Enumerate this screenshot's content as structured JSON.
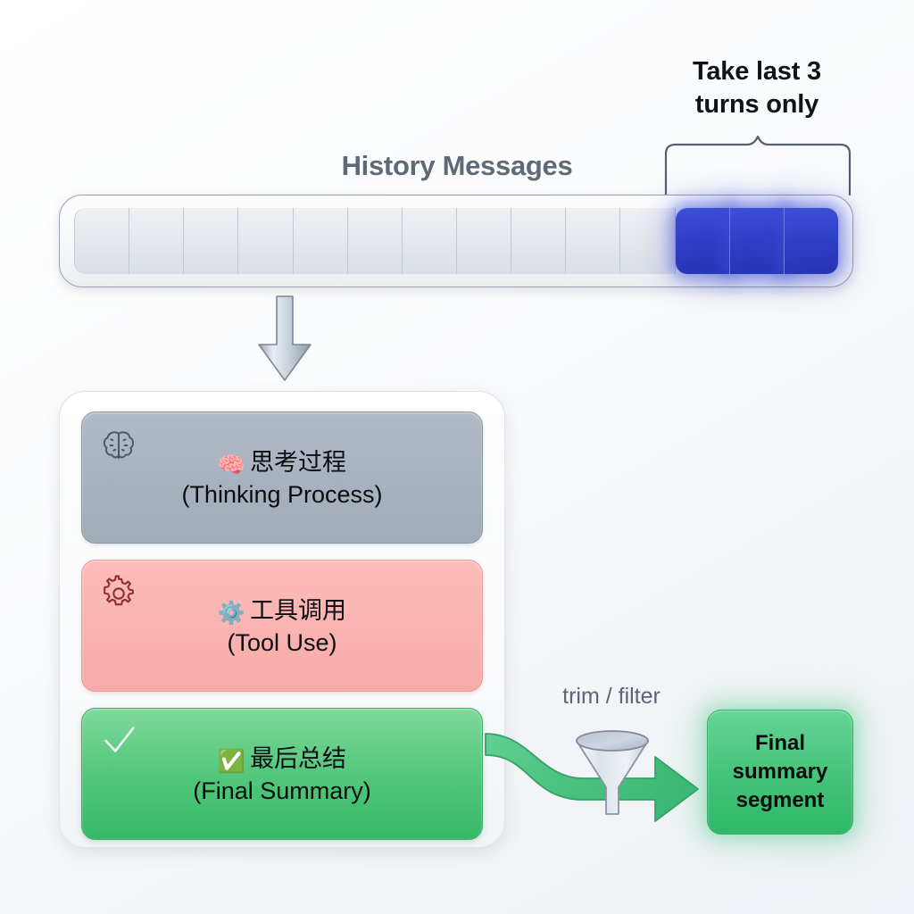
{
  "diagram": {
    "title": "History Messages",
    "background_color": "#f2f4f7"
  },
  "brace": {
    "caption_line1": "Take last 3",
    "caption_line2": "turns only",
    "caption_full": "Take last 3 turns only"
  },
  "history_bar": {
    "total_segments": 14,
    "inactive_segments": 11,
    "highlighted_segments": 3,
    "highlight_color": "#2f3fc6",
    "inactive_color": "#e4e7ed"
  },
  "flow": {
    "down_arrow_label": "down-arrow",
    "trim_label": "trim / filter",
    "funnel_label": "funnel"
  },
  "cards": [
    {
      "id": "thinking",
      "corner_icon": "brain-icon",
      "emoji": "🧠",
      "cn": "思考过程",
      "en": "(Thinking Process)",
      "color": "#a8b1be"
    },
    {
      "id": "tool-use",
      "corner_icon": "gear-icon",
      "emoji": "⚙️",
      "cn": "工具调用",
      "en": "(Tool Use)",
      "color": "#fab3b0"
    },
    {
      "id": "final-summary",
      "corner_icon": "check-icon",
      "emoji": "✅",
      "cn": "最后总结",
      "en": "(Final Summary)",
      "color": "#55c87e"
    }
  ],
  "output": {
    "line1": "Final",
    "line2": "summary",
    "line3": "segment",
    "full": "Final summary segment",
    "color": "#46c47c"
  }
}
